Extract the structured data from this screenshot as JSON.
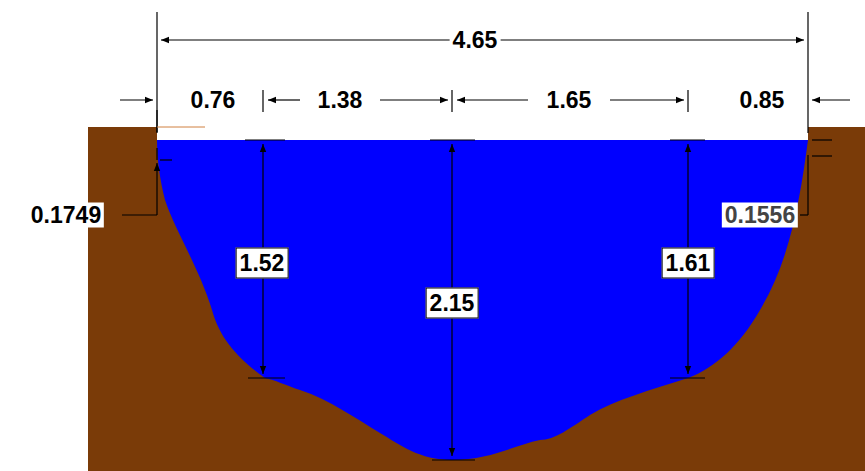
{
  "diagram": {
    "labels": [
      "4.65",
      "0.76",
      "1.38",
      "1.65",
      "0.85",
      "0.1749",
      "0.1556",
      "1.52",
      "2.15",
      "1.61"
    ]
  }
}
